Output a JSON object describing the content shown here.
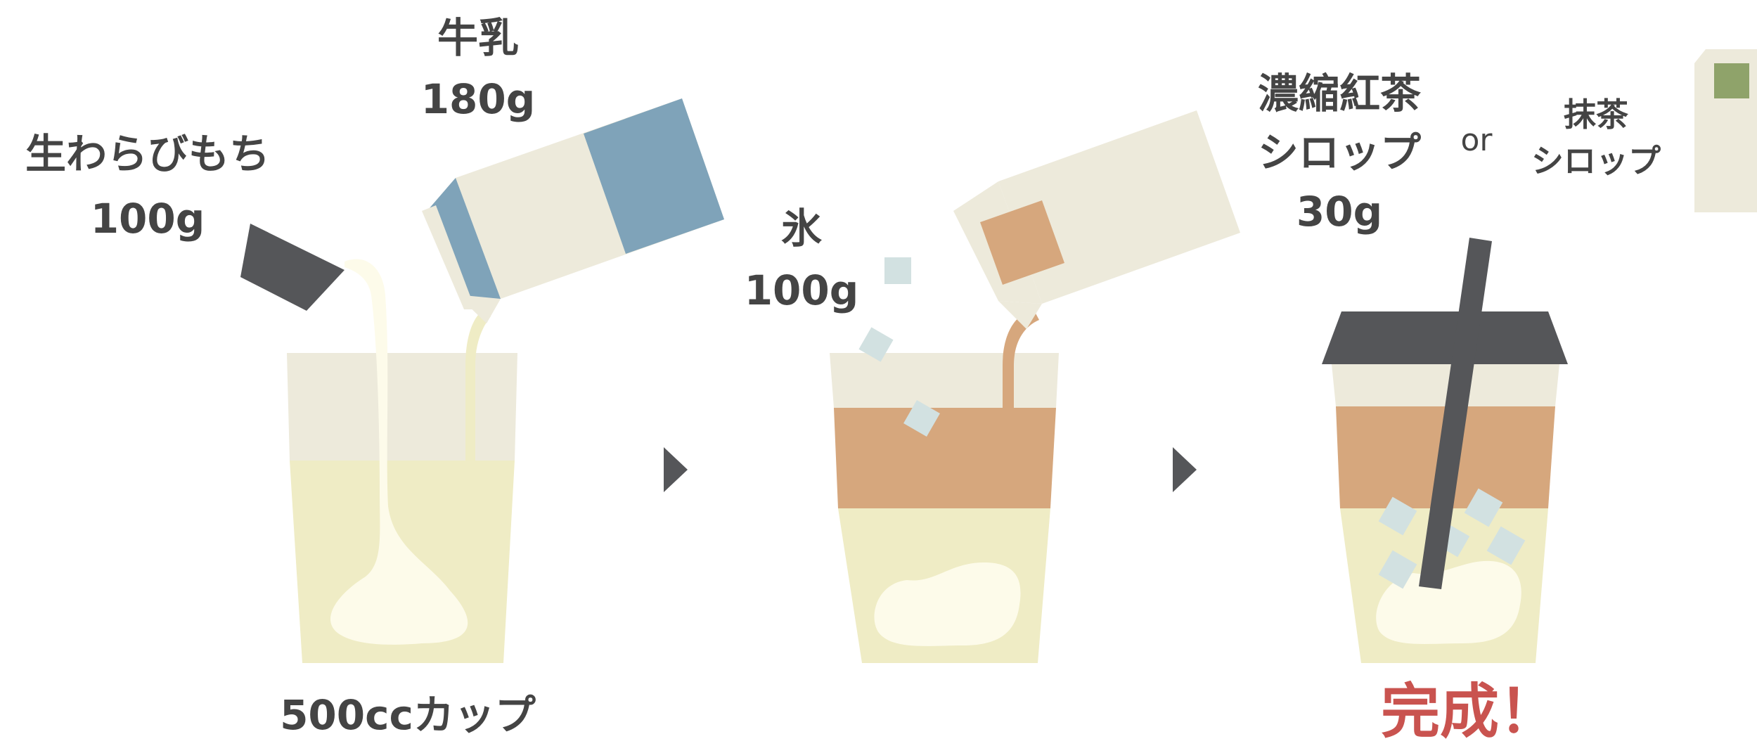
{
  "labels": {
    "mochi_name": "生わらびもち",
    "mochi_amount": "100g",
    "milk_name": "牛乳",
    "milk_amount": "180g",
    "cup_label": "500ccカップ",
    "ice_name": "氷",
    "ice_amount": "100g",
    "tea_name_line1": "濃縮紅茶",
    "tea_name_line2": "シロップ",
    "tea_amount": "30g",
    "or_text": "or",
    "matcha_line1": "抹茶",
    "matcha_line2": "シロップ",
    "done_text": "完成！"
  },
  "colors": {
    "text": "#444444",
    "accent_done": "#c9534f",
    "dark": "#555659",
    "cream": "#edeadb",
    "milk_fill": "#efecc5",
    "mochi": "#fdfbea",
    "milk_blue": "#7fa3b9",
    "tea": "#d6a77d",
    "ice": "#d2e1e1",
    "matcha": "#8fa36a"
  },
  "icons": [
    "mochi-package-icon",
    "milk-carton-icon",
    "tea-syrup-carton-icon",
    "matcha-syrup-carton-icon",
    "ice-cube-icon",
    "straw-icon",
    "cup-lid-icon",
    "arrow-right-icon"
  ]
}
